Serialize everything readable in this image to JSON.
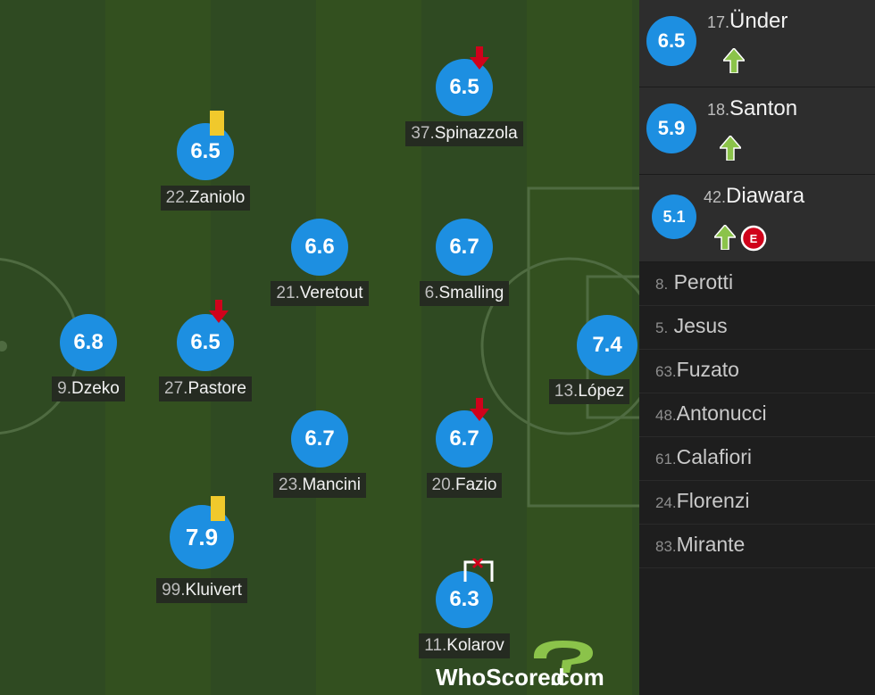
{
  "players": [
    {
      "id": "dzeko",
      "number": "9.",
      "name": "Dzeko",
      "rating": "6.8"
    },
    {
      "id": "zaniolo",
      "number": "22.",
      "name": "Zaniolo",
      "rating": "6.5",
      "yellow_card": true
    },
    {
      "id": "pastore",
      "number": "27.",
      "name": "Pastore",
      "rating": "6.5",
      "subbed_off": true
    },
    {
      "id": "kluivert",
      "number": "99.",
      "name": "Kluivert",
      "rating": "7.9",
      "yellow_card": true
    },
    {
      "id": "veretout",
      "number": "21.",
      "name": "Veretout",
      "rating": "6.6"
    },
    {
      "id": "mancini",
      "number": "23.",
      "name": "Mancini",
      "rating": "6.7"
    },
    {
      "id": "spinazzola",
      "number": "37.",
      "name": "Spinazzola",
      "rating": "6.5",
      "subbed_off": true
    },
    {
      "id": "smalling",
      "number": "6.",
      "name": "Smalling",
      "rating": "6.7"
    },
    {
      "id": "fazio",
      "number": "20.",
      "name": "Fazio",
      "rating": "6.7",
      "subbed_off": true
    },
    {
      "id": "kolarov",
      "number": "11.",
      "name": "Kolarov",
      "rating": "6.3",
      "goalkeeper_error_icon": true
    },
    {
      "id": "lopez",
      "number": "13.",
      "name": "López",
      "rating": "7.4"
    }
  ],
  "substitutes": [
    {
      "number": "17.",
      "name": "Ünder",
      "rating": "6.5",
      "icons": [
        "sub-on-arrow-icon"
      ]
    },
    {
      "number": "18.",
      "name": "Santon",
      "rating": "5.9",
      "icons": [
        "sub-on-arrow-icon"
      ]
    },
    {
      "number": "42.",
      "name": "Diawara",
      "rating": "5.1",
      "icons": [
        "sub-on-arrow-icon",
        "error-icon"
      ],
      "error_badge": "E"
    }
  ],
  "bench": [
    {
      "number": "8.",
      "name": "Perotti"
    },
    {
      "number": "5.",
      "name": "Jesus"
    },
    {
      "number": "63.",
      "name": "Fuzato"
    },
    {
      "number": "48.",
      "name": "Antonucci"
    },
    {
      "number": "61.",
      "name": "Calafiori"
    },
    {
      "number": "24.",
      "name": "Florenzi"
    },
    {
      "number": "83.",
      "name": "Mirante"
    }
  ],
  "branding": {
    "logo_text_1": "WhoScored",
    "logo_text_2": ".com"
  },
  "colors": {
    "rating_bubble": "#1d8fe1",
    "yellow_card": "#f0c92c",
    "sub_off_arrow": "#d0021b",
    "sub_on_arrow": "#8bc34a",
    "error_badge": "#d0021b",
    "logo_green": "#8bc34a"
  }
}
